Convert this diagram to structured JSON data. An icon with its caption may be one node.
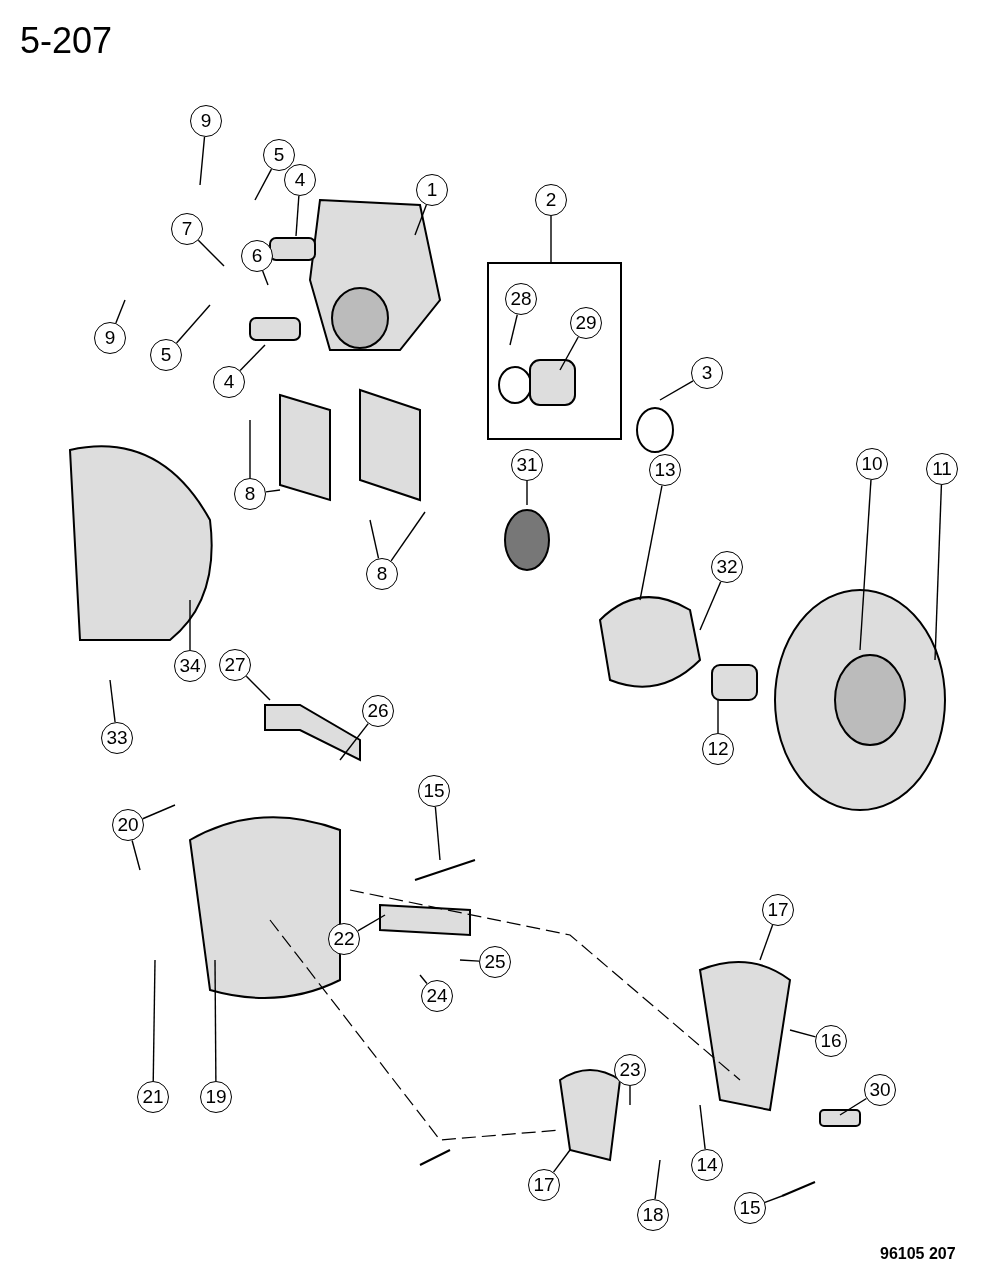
{
  "diagram": {
    "nodes": [
      {
        "text": [
          "9"
        ]
      },
      {
        "text": [
          "5"
        ]
      },
      {
        "text": [
          "4"
        ]
      },
      {
        "text": [
          "1"
        ]
      },
      {
        "text": [
          "2"
        ]
      },
      {
        "text": [
          "7"
        ]
      },
      {
        "text": [
          "6"
        ]
      },
      {
        "text": [],
        "shape": "box"
      },
      {
        "text": [
          "28"
        ],
        "in": 7
      },
      {
        "text": [
          "29"
        ],
        "in": 7
      },
      {
        "text": [
          "9"
        ]
      },
      {
        "text": [
          "5"
        ]
      },
      {
        "text": [
          "3"
        ]
      },
      {
        "text": [
          "4"
        ]
      },
      {
        "text": [
          "31"
        ]
      },
      {
        "text": [
          "10"
        ]
      },
      {
        "text": [
          "11"
        ]
      },
      {
        "text": [
          "13"
        ]
      },
      {
        "text": [
          "8"
        ]
      },
      {
        "text": [
          "32"
        ]
      },
      {
        "text": [
          "8"
        ]
      },
      {
        "text": [
          "34"
        ]
      },
      {
        "text": [
          "27"
        ]
      },
      {
        "text": [
          "26"
        ]
      },
      {
        "text": [
          "33"
        ]
      },
      {
        "text": [
          "12"
        ]
      },
      {
        "text": [
          "15"
        ]
      },
      {
        "text": [
          "20"
        ]
      },
      {
        "text": [
          "17"
        ]
      },
      {
        "text": [
          "22"
        ]
      },
      {
        "text": [
          "25"
        ]
      },
      {
        "text": [
          "24"
        ]
      },
      {
        "text": [
          "16"
        ]
      },
      {
        "text": [
          "23"
        ]
      },
      {
        "text": [
          "30"
        ]
      },
      {
        "text": [
          "21"
        ]
      },
      {
        "text": [
          "19"
        ]
      },
      {
        "text": [
          "14"
        ]
      },
      {
        "text": [
          "17"
        ]
      },
      {
        "text": [
          "15"
        ]
      },
      {
        "text": [
          "18"
        ]
      }
    ],
    "edges": [
      {
        "from": 0,
        "to": null,
        "arrow": "none"
      },
      {
        "from": 1,
        "to": null,
        "arrow": "none"
      },
      {
        "from": 2,
        "to": null,
        "arrow": "none"
      },
      {
        "from": 3,
        "to": null,
        "arrow": "none"
      },
      {
        "from": 4,
        "to": 7,
        "arrow": "none"
      },
      {
        "from": 5,
        "to": null,
        "arrow": "none"
      },
      {
        "from": 6,
        "to": null,
        "arrow": "none"
      },
      {
        "from": 8,
        "to": null,
        "arrow": "none"
      },
      {
        "from": 9,
        "to": null,
        "arrow": "none"
      },
      {
        "from": 10,
        "to": null,
        "arrow": "none"
      },
      {
        "from": 11,
        "to": null,
        "arrow": "none"
      },
      {
        "from": 12,
        "to": null,
        "arrow": "none"
      },
      {
        "from": 13,
        "to": null,
        "arrow": "none"
      },
      {
        "from": 14,
        "to": null,
        "arrow": "none"
      },
      {
        "from": 15,
        "to": null,
        "arrow": "none"
      },
      {
        "from": 16,
        "to": null,
        "arrow": "none"
      },
      {
        "from": 17,
        "to": null,
        "arrow": "none"
      },
      {
        "from": 18,
        "to": null,
        "arrow": "none"
      },
      {
        "from": 18,
        "to": null,
        "arrow": "none"
      },
      {
        "from": 19,
        "to": null,
        "arrow": "none"
      },
      {
        "from": 20,
        "to": null,
        "arrow": "none"
      },
      {
        "from": 20,
        "to": null,
        "arrow": "none"
      },
      {
        "from": 21,
        "to": null,
        "arrow": "none"
      },
      {
        "from": 22,
        "to": null,
        "arrow": "none"
      },
      {
        "from": 23,
        "to": null,
        "arrow": "none"
      },
      {
        "from": 24,
        "to": null,
        "arrow": "none"
      },
      {
        "from": 25,
        "to": null,
        "arrow": "none"
      },
      {
        "from": 26,
        "to": null,
        "arrow": "none"
      },
      {
        "from": 27,
        "to": null,
        "arrow": "none"
      },
      {
        "from": 27,
        "to": null,
        "arrow": "none"
      },
      {
        "from": 28,
        "to": null,
        "arrow": "none"
      },
      {
        "from": 29,
        "to": null,
        "arrow": "none"
      },
      {
        "from": 30,
        "to": null,
        "arrow": "none"
      },
      {
        "from": 31,
        "to": null,
        "arrow": "none"
      },
      {
        "from": 32,
        "to": null,
        "arrow": "none"
      },
      {
        "from": 33,
        "to": null,
        "arrow": "none"
      },
      {
        "from": 34,
        "to": null,
        "arrow": "none"
      },
      {
        "from": 35,
        "to": null,
        "arrow": "none"
      },
      {
        "from": 36,
        "to": null,
        "arrow": "none"
      },
      {
        "from": 37,
        "to": null,
        "arrow": "none"
      },
      {
        "from": 38,
        "to": null,
        "arrow": "none"
      },
      {
        "from": 39,
        "to": null,
        "arrow": "none"
      },
      {
        "from": 40,
        "to": null,
        "arrow": "none"
      }
    ],
    "labels": [
      "5-207",
      "96105 207"
    ]
  }
}
